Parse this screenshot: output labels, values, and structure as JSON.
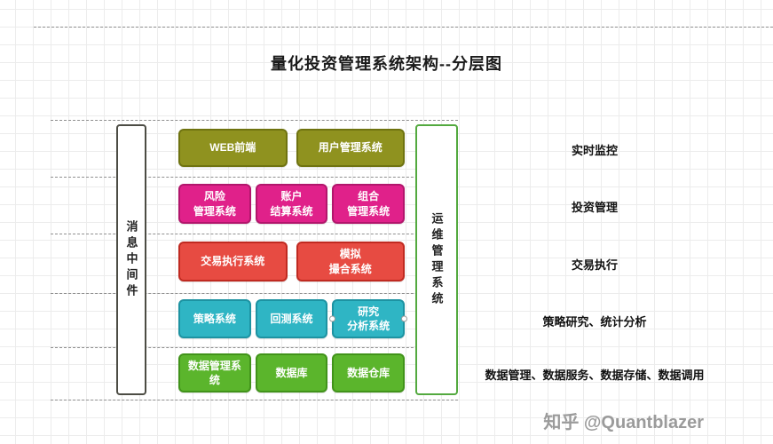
{
  "title": "量化投资管理系统架构--分层图",
  "pillars": {
    "left": {
      "label": "消息中间件"
    },
    "right": {
      "label": "运维管理系统"
    }
  },
  "layers": [
    {
      "annotation": "实时监控",
      "fill": "#8F921F",
      "border": "#6f7310",
      "boxes": [
        "WEB前端",
        "用户管理系统"
      ]
    },
    {
      "annotation": "投资管理",
      "fill": "#E0218A",
      "border": "#b2166c",
      "boxes": [
        "风险\n管理系统",
        "账户\n结算系统",
        "组合\n管理系统"
      ]
    },
    {
      "annotation": "交易执行",
      "fill": "#E74B42",
      "border": "#c02a21",
      "boxes": [
        "交易执行系统",
        "模拟\n撮合系统"
      ]
    },
    {
      "annotation": "策略研究、统计分析",
      "fill": "#2FB5C4",
      "border": "#1d93a2",
      "boxes": [
        "策略系统",
        "回测系统",
        "研究\n分析系统"
      ]
    },
    {
      "annotation": "数据管理、数据服务、数据存储、数据调用",
      "fill": "#5BB52C",
      "border": "#41931a",
      "boxes": [
        "数据管理系统",
        "数据库",
        "数据仓库"
      ]
    }
  ],
  "watermark": "知乎 @Quantblazer"
}
